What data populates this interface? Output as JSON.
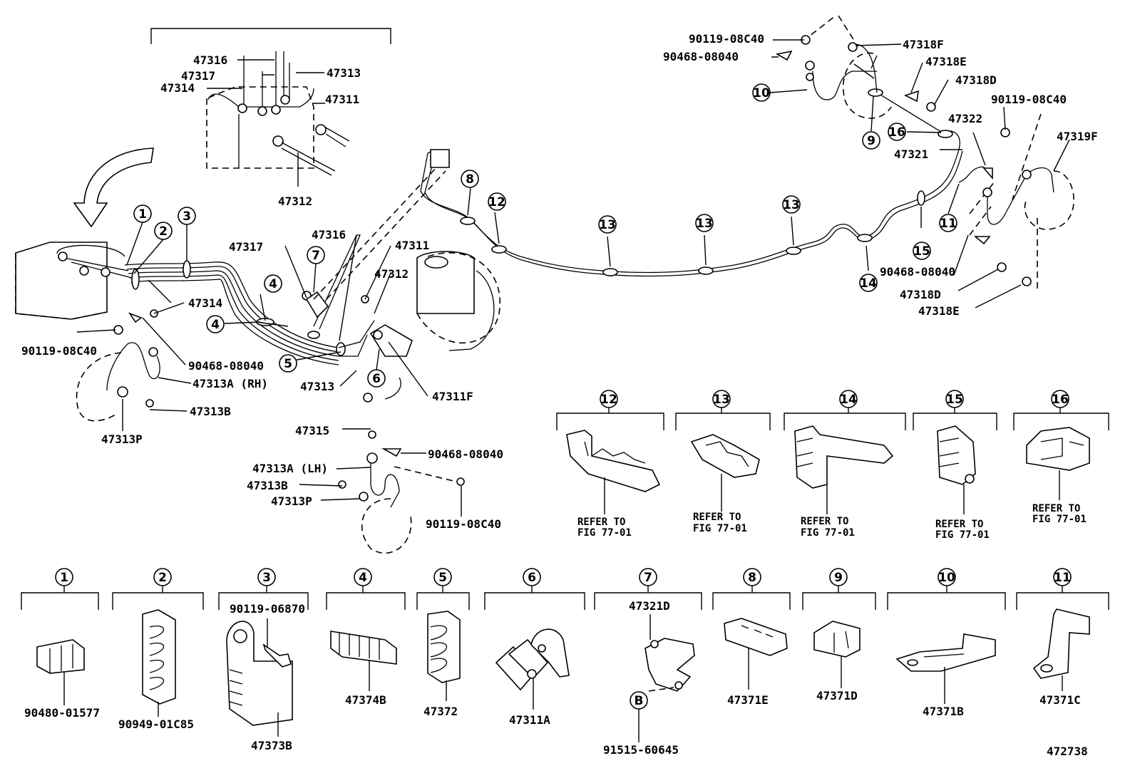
{
  "diagram": {
    "id": "472738",
    "part_labels": {
      "p47316_top": "47316",
      "p47317_top": "47317",
      "p47314_top": "47314",
      "p47313_top": "47313",
      "p47311_top": "47311",
      "p47312_top": "47312",
      "p47317_mid": "47317",
      "p47316_mid": "47316",
      "p47311_mid": "47311",
      "p47312_mid": "47312",
      "p47314_mid": "47314",
      "p47313_mid": "47313",
      "p47311F": "47311F",
      "p47315": "47315",
      "p90119_left": "90119-08C40",
      "p90468_left": "90468-08040",
      "p47313A_RH": "47313A (RH)",
      "p47313B_left": "47313B",
      "p47313P_left": "47313P",
      "p90468_lh": "90468-08040",
      "p47313A_LH": "47313A (LH)",
      "p47313B_lh": "47313B",
      "p47313P_lh": "47313P",
      "p90119_lh": "90119-08C40",
      "p90119_tr1": "90119-08C40",
      "p90468_tr1": "90468-08040",
      "p47318F": "47318F",
      "p47318E_top": "47318E",
      "p47318D_top": "47318D",
      "p90119_tr2": "90119-08C40",
      "p47322": "47322",
      "p47319F": "47319F",
      "p47321": "47321",
      "p90468_tr2": "90468-08040",
      "p47318D_bot": "47318D",
      "p47318E_bot": "47318E"
    },
    "callouts": {
      "c1": "1",
      "c2": "2",
      "c3": "3",
      "c4a": "4",
      "c4b": "4",
      "c5": "5",
      "c6": "6",
      "c7": "7",
      "c8": "8",
      "c9": "9",
      "c10": "10",
      "c11": "11",
      "c12": "12",
      "c13a": "13",
      "c13b": "13",
      "c13c": "13",
      "c14": "14",
      "c15": "15",
      "c16": "16"
    },
    "detail_top": [
      {
        "num": "12",
        "note_line1": "REFER TO",
        "note_line2": "FIG 77-01"
      },
      {
        "num": "13",
        "note_line1": "REFER TO",
        "note_line2": "FIG 77-01"
      },
      {
        "num": "14",
        "note_line1": "REFER TO",
        "note_line2": "FIG 77-01"
      },
      {
        "num": "15",
        "note_line1": "REFER TO",
        "note_line2": "FIG 77-01"
      },
      {
        "num": "16",
        "note_line1": "REFER TO",
        "note_line2": "FIG 77-01"
      }
    ],
    "detail_bottom": [
      {
        "num": "1",
        "part": "90480-01577"
      },
      {
        "num": "2",
        "part": "90949-01C85"
      },
      {
        "num": "3",
        "part": "47373B",
        "extra": "90119-06870"
      },
      {
        "num": "4",
        "part": "47374B"
      },
      {
        "num": "5",
        "part": "47372"
      },
      {
        "num": "6",
        "part": "47311A"
      },
      {
        "num": "7",
        "part": "91515-60645",
        "extra": "47321D",
        "sub": "B"
      },
      {
        "num": "8",
        "part": "47371E"
      },
      {
        "num": "9",
        "part": "47371D"
      },
      {
        "num": "10",
        "part": "47371B"
      },
      {
        "num": "11",
        "part": "47371C"
      }
    ]
  }
}
